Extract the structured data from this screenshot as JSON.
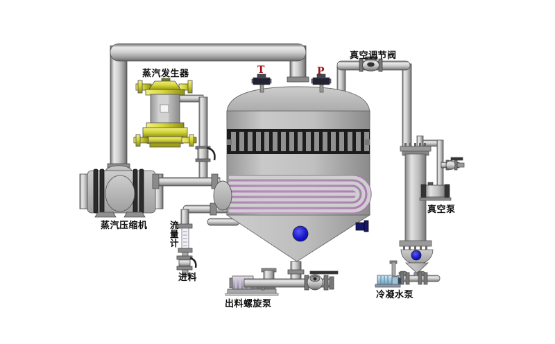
{
  "labels": {
    "steam_generator": "蒸汽发生器",
    "vacuum_regulating_valve": "真空调节阀",
    "steam_compressor": "蒸汽压缩机",
    "flow_meter": "流量计",
    "feed_inlet": "进料",
    "discharge_screw_pump": "出料螺旋泵",
    "condensate_water_pump": "冷凝水泵",
    "vacuum_pump": "真空泵"
  },
  "instruments": {
    "temperature": "T",
    "pressure": "P"
  },
  "colors": {
    "background": "#ffffff",
    "pipe_gray": "#bfbfbf",
    "vessel_gray": "#b8b8b8",
    "sight_band_dark": "#1c1c1c",
    "coil_purple": "#b07ab8",
    "generator_yellow": "#d6d63a",
    "sight_glass_blue": "#1b1bd0",
    "condensate_pump_blue": "#9cc4dc",
    "instrument_red": "#a01010",
    "label_black": "#0d0d0d"
  }
}
